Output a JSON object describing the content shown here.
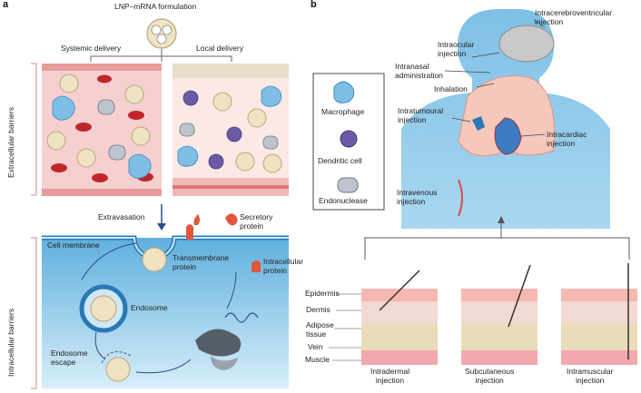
{
  "panels": {
    "a": "a",
    "b": "b"
  },
  "panel_a": {
    "formulation_title": "LNP–mRNA formulation",
    "systemic_delivery": "Systemic delivery",
    "local_delivery": "Local delivery",
    "extracellular_barriers": "Extracellular barriers",
    "intracellular_barriers": "Intracellular barriers",
    "extravasation": "Extravasation",
    "secretory_protein": [
      "Secretory",
      "protein"
    ],
    "cell_membrane": "Cell membrane",
    "transmembrane_protein": [
      "Transmembrane",
      "protein"
    ],
    "intracellular_protein": [
      "Intracellular",
      "protein"
    ],
    "endosome": "Endosome",
    "endosome_escape": [
      "Endosome",
      "escape"
    ]
  },
  "legend": {
    "macrophage": "Macrophage",
    "dendritic_cell": "Dendritic cell",
    "endonuclease": "Endonuclease"
  },
  "panel_b": {
    "intracerebroventricular": [
      "Intracerebroventricular",
      "injection"
    ],
    "intraocular": [
      "Intraocular",
      "injection"
    ],
    "intranasal": [
      "Intranasal",
      "administration"
    ],
    "inhalation": "Inhalation",
    "intratumoural": [
      "Intratumoural",
      "injection"
    ],
    "intracardiac": [
      "Intracardiac",
      "injection"
    ],
    "intravenous": [
      "Intravenous",
      "injection"
    ]
  },
  "skin_layers": {
    "epidermis": "Epidermis",
    "dermis": "Dermis",
    "adipose": [
      "Adipose",
      "tissue"
    ],
    "vein": "Vein",
    "muscle": "Muscle"
  },
  "injections": {
    "intradermal": [
      "Intradermal",
      "injection"
    ],
    "subcutaneous": [
      "Subcutaneous",
      "injection"
    ],
    "intramuscular": [
      "Intramuscular",
      "injection"
    ]
  },
  "colors": {
    "blood_bg": "#f6d3d3",
    "cell_blue": "#9fd0ea",
    "body_blue": "#8ec8e8",
    "lnp": "#e8d9b0",
    "rbc": "#c0262b",
    "dc_purple": "#6d5aa6"
  }
}
